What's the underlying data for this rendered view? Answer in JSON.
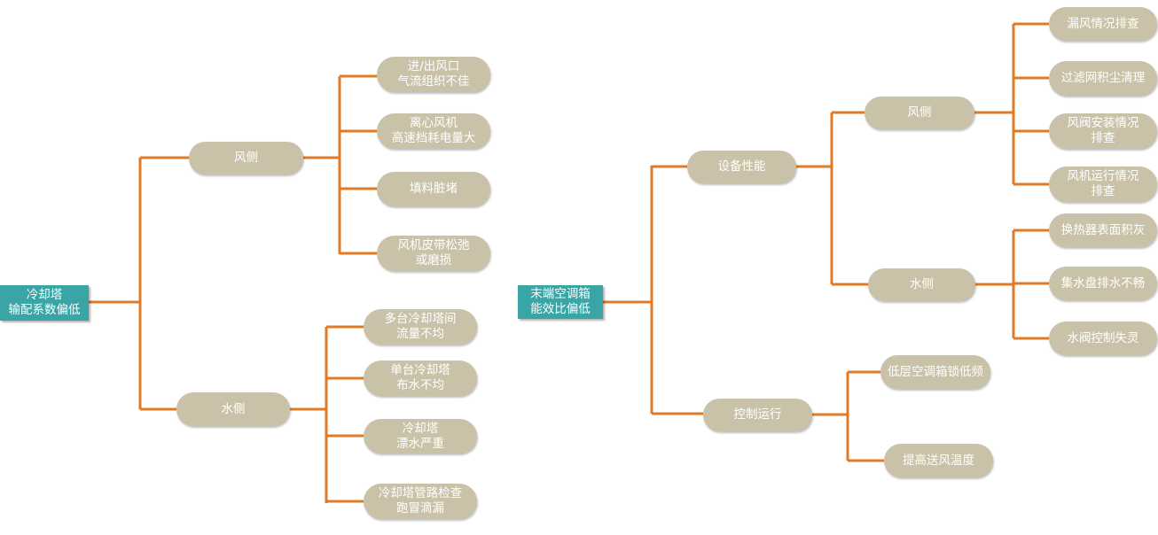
{
  "colors": {
    "connector": "#e07a26",
    "root": "#3aa5a6",
    "node": "#c9c2a9"
  },
  "left": {
    "root": "冷却塔\n输配系数偏低",
    "wind": {
      "label": "风侧",
      "children": [
        "进/出风口\n气流组织不佳",
        "离心风机\n高速档耗电量大",
        "填料脏堵",
        "风机皮带松弛\n或磨损"
      ]
    },
    "water": {
      "label": "水侧",
      "children": [
        "多台冷却塔间\n流量不均",
        "单台冷却塔\n布水不均",
        "冷却塔\n漂水严重",
        "冷却塔管路检查\n跑冒滴漏"
      ]
    }
  },
  "right": {
    "root": "末端空调箱\n能效比偏低",
    "equipment": {
      "label": "设备性能",
      "wind": {
        "label": "风侧",
        "children": [
          "漏风情况排查",
          "过滤网积尘清理",
          "风阀安装情况\n排查",
          "风机运行情况\n排查"
        ]
      },
      "water": {
        "label": "水侧",
        "children": [
          "换热器表面积灰",
          "集水盘排水不畅",
          "水阀控制失灵"
        ]
      }
    },
    "control": {
      "label": "控制运行",
      "children": [
        "低层空调箱锁低频",
        "提高送风温度"
      ]
    }
  }
}
